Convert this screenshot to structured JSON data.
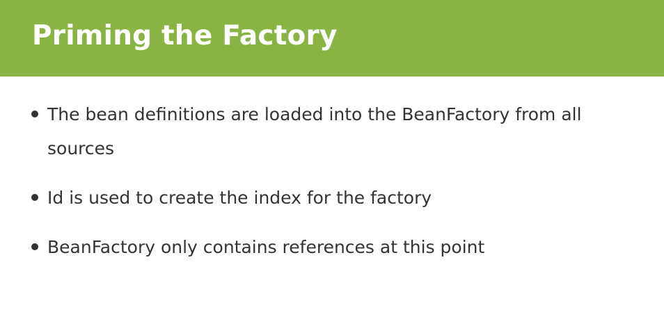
{
  "slide": {
    "title": "Priming the Factory",
    "bullets": [
      "The bean definitions are loaded into the BeanFactory from all sources",
      "Id is used to create the index for the factory",
      "BeanFactory only contains references at this point"
    ],
    "colors": {
      "title_bar": "#89b443",
      "title_text": "#ffffff",
      "body_text": "#333333",
      "background": "#ffffff"
    },
    "icons": {
      "bullet_marker": "bullet-dot-icon"
    }
  }
}
